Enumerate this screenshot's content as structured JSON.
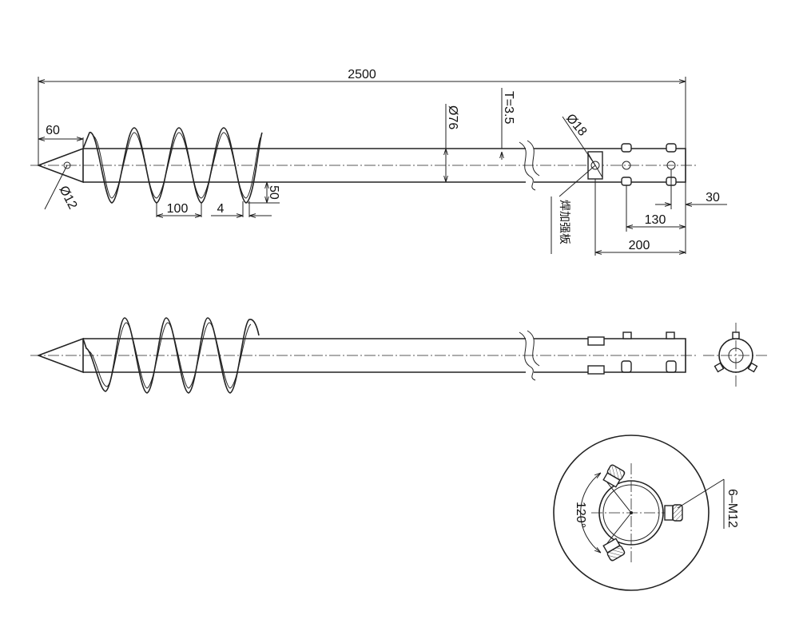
{
  "dimensions": {
    "overall_length": "2500",
    "tip_length": "60",
    "tip_hole": "Ø12",
    "pipe_diameter": "Ø76",
    "wall_thickness": "T=3.5",
    "plate_hole": "Ø18",
    "pitch": "100",
    "blade_thickness": "4",
    "blade_height": "50",
    "end_offset": "30",
    "hole_distance": "130",
    "plate_distance": "200",
    "angle": "120°",
    "bolts": "6–M12"
  },
  "notes": {
    "weld_plate": "焊加强板"
  }
}
